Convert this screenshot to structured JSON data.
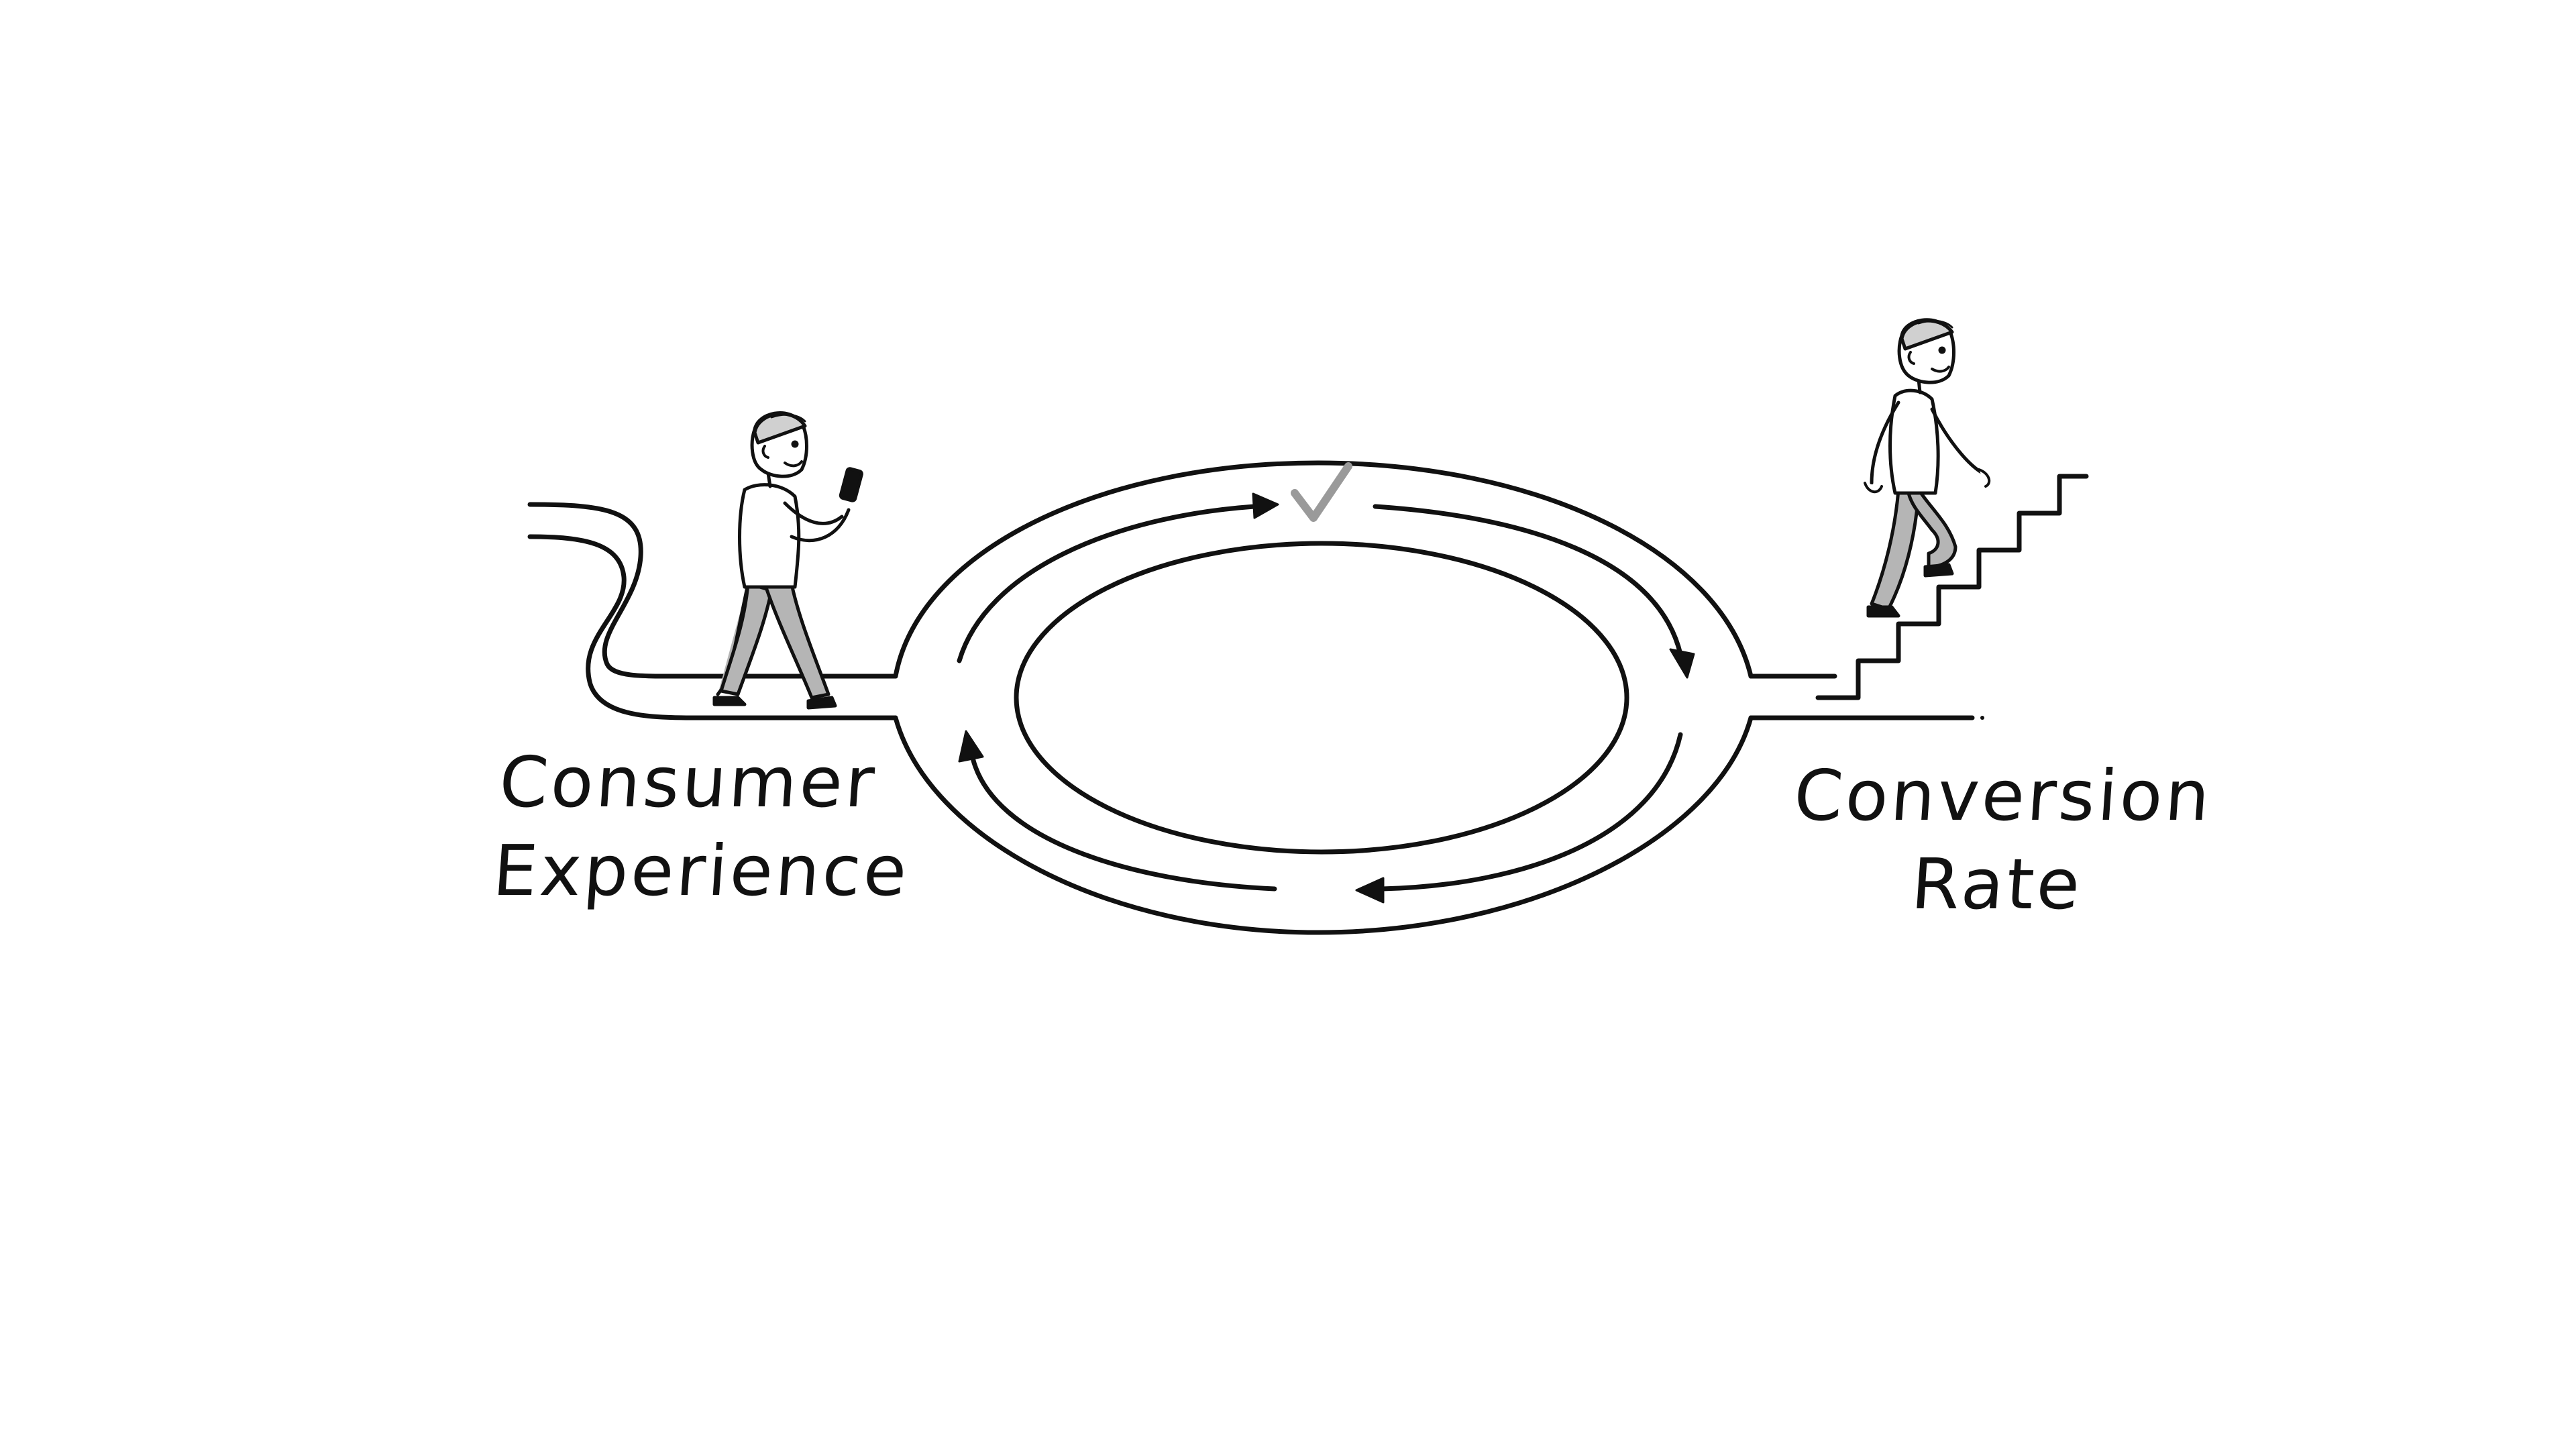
{
  "labels": {
    "left": {
      "line1": "Consumer",
      "line2": "Experience"
    },
    "right": {
      "line1": "Conversion",
      "line2": "Rate"
    }
  },
  "colors": {
    "ink": "#111111",
    "checkmark": "#9a9a9a",
    "shirt": "#ffffff",
    "trousers": "#b5b5b5",
    "hair": "#d0d0d0"
  },
  "icons": {
    "checkmark": "check-icon",
    "arrows": "arrow-head-icon"
  }
}
